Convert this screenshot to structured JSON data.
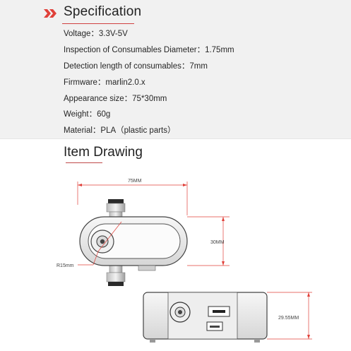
{
  "specification": {
    "title": "Specification",
    "rows": [
      "Voltage：3.3V-5V",
      "Inspection of Consumables Diameter：1.75mm",
      "Detection length of consumables：7mm",
      "Firmware：marlin2.0.x",
      "Appearance size：75*30mm",
      "Weight：60g",
      "Material：PLA（plastic parts）"
    ]
  },
  "drawing": {
    "title": "Item Drawing",
    "dim_width": "75MM",
    "dim_height": "30MM",
    "dim_radius": "R15mm",
    "dim_side": "29.55MM"
  },
  "colors": {
    "accent": "#e0413a",
    "dimension_line": "#e0413a",
    "panel_bg": "#f1f1f1"
  }
}
